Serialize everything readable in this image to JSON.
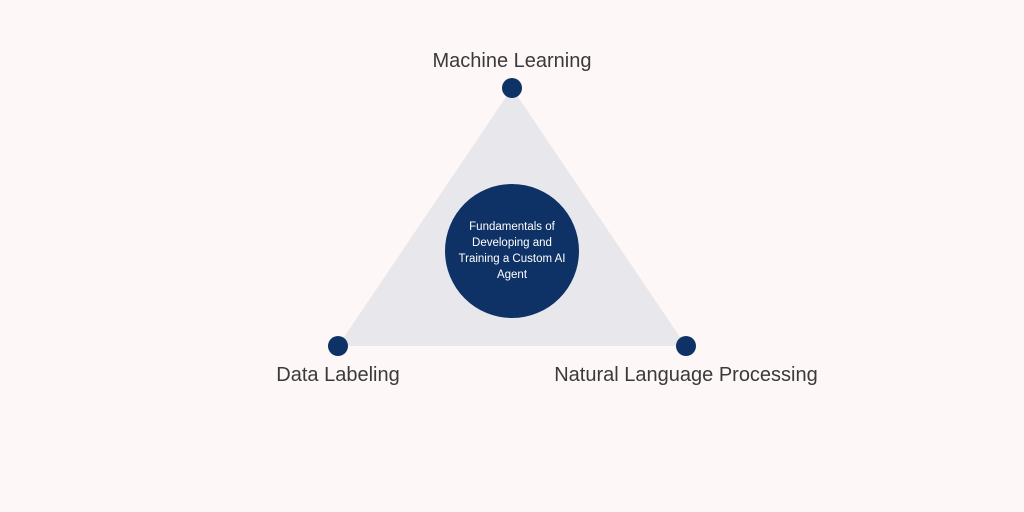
{
  "diagram": {
    "top_label": "Machine Learning",
    "left_label": "Data Labeling",
    "right_label": "Natural Language Processing",
    "center_text": "Fundamentals of Developing and Training a Custom AI Agent"
  },
  "colors": {
    "background": "#fdf8f7",
    "triangle": "#e8e8ec",
    "accent": "#0f3266"
  }
}
